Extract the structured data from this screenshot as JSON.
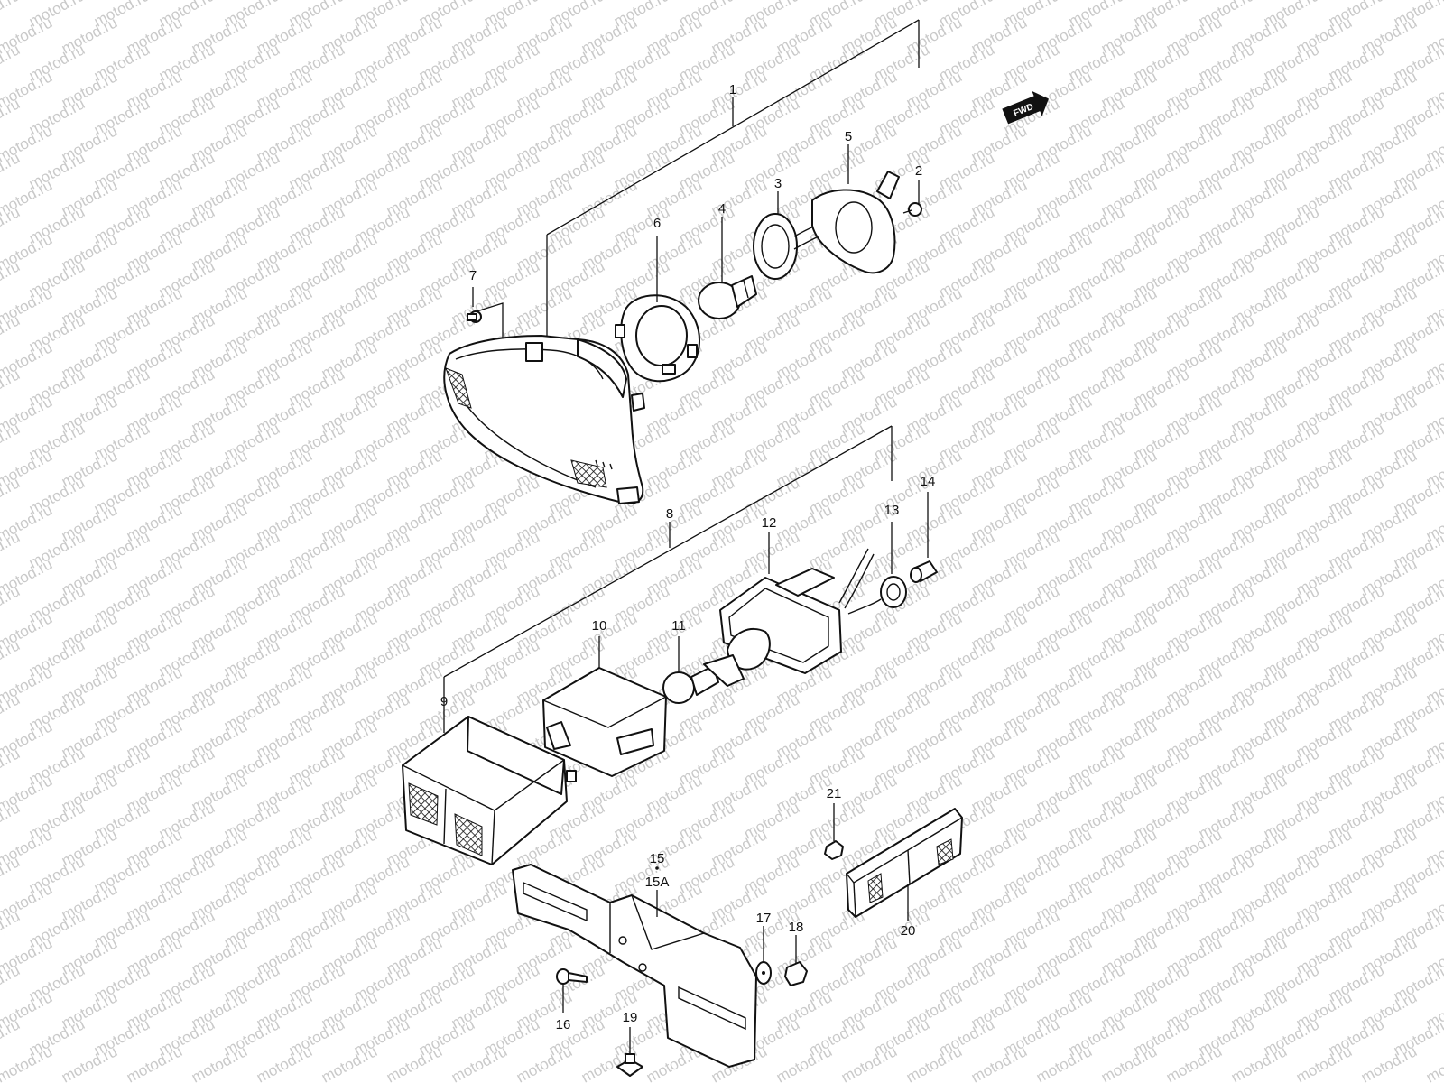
{
  "watermark": {
    "text": "motod.ru",
    "color": "#c9c9c9"
  },
  "direction_badge": {
    "label": "FWD",
    "color": "#111111"
  },
  "callouts": {
    "c1": "1",
    "c2": "2",
    "c3": "3",
    "c4": "4",
    "c5": "5",
    "c6": "6",
    "c7": "7",
    "c8": "8",
    "c9": "9",
    "c10": "10",
    "c11": "11",
    "c12": "12",
    "c13": "13",
    "c14": "14",
    "c15": "15",
    "c15a": "15A",
    "c16": "16",
    "c17": "17",
    "c18": "18",
    "c19": "19",
    "c20": "20",
    "c21": "21"
  }
}
